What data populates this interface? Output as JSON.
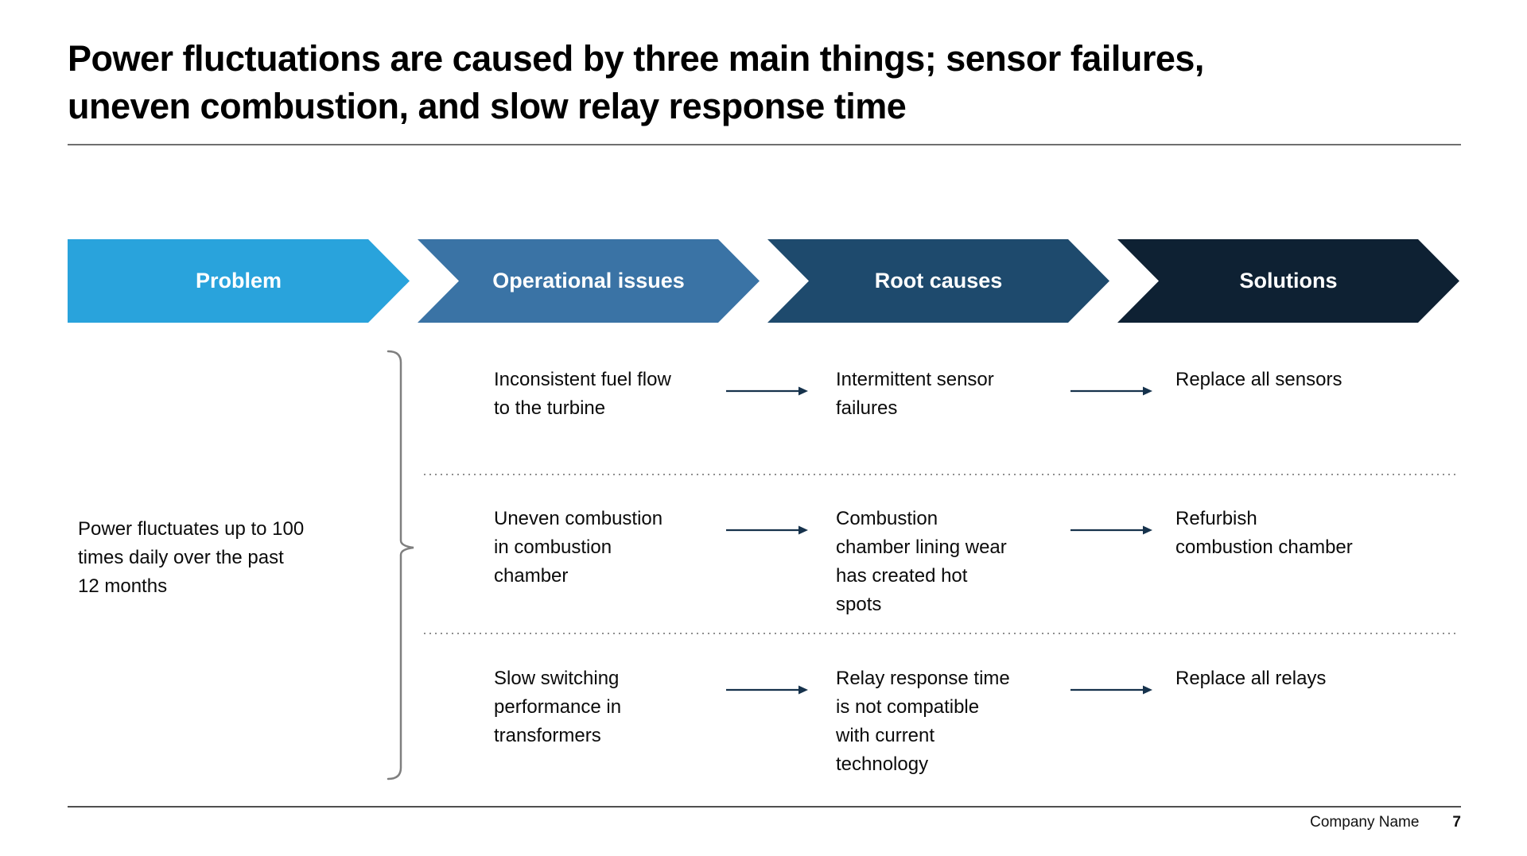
{
  "title": {
    "lines": [
      "Power fluctuations are caused by three main things; sensor failures,",
      "uneven combustion, and slow relay response time"
    ]
  },
  "process_bar": {
    "stages": [
      {
        "label": "Problem",
        "color": "#29A3DC"
      },
      {
        "label": "Operational issues",
        "color": "#3A73A5"
      },
      {
        "label": "Root causes",
        "color": "#1E4A6D"
      },
      {
        "label": "Solutions",
        "color": "#0E2133"
      }
    ]
  },
  "problem_statement": "Power fluctuates up to 100\ntimes daily over the past\n12 months",
  "flow_rows": [
    {
      "operational_issue": "Inconsistent fuel flow\nto the turbine",
      "root_cause": "Intermittent sensor\nfailures",
      "solution": "Replace all sensors"
    },
    {
      "operational_issue": "Uneven combustion\nin combustion\nchamber",
      "root_cause": "Combustion\nchamber lining wear\nhas created hot\nspots",
      "solution": "Refurbish\ncombustion chamber"
    },
    {
      "operational_issue": "Slow switching\nperformance in\ntransformers",
      "root_cause": "Relay response time\nis not compatible\nwith current\ntechnology",
      "solution": "Replace all relays"
    }
  ],
  "colors": {
    "arrow": "#16324C",
    "brace": "#7F7F7F"
  },
  "footer": {
    "company_name": "Company Name",
    "page_number": "7"
  }
}
